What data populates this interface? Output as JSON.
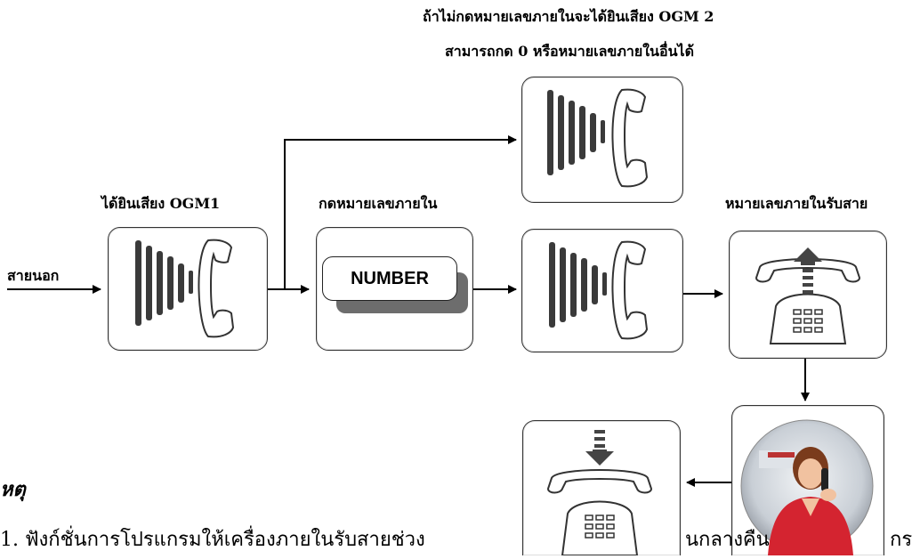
{
  "labels": {
    "top_line1": "ถ้าไม่กดหมายเลขภายในจะได้ยินเสียง OGM 2",
    "top_line2": "สามารถกด 0 หรือหมายเลขภายในอื่นได้",
    "ogm1": "ได้ยินเสียง OGM1",
    "dial_ext": "กดหมายเลขภายใน",
    "ext_answer": "หมายเลขภายในรับสาย",
    "outside_line": "สายนอก"
  },
  "number_button": {
    "label": "NUMBER"
  },
  "note": {
    "title": "หตุ",
    "line1": "1.  ฟังก์ชั่นการโปรแกรมให้เครื่องภายในรับสายช่วง",
    "line1_mid": "นกลางคืน",
    "line1_tail": "กระ"
  },
  "icons": {
    "ogm1": "phone-speaker-icon",
    "ogm2": "phone-speaker-icon",
    "ogm_after": "phone-speaker-icon",
    "ext_answer": "desk-phone-up-arrow-icon",
    "operator": "operator-photo",
    "hangup": "desk-phone-down-arrow-icon"
  }
}
